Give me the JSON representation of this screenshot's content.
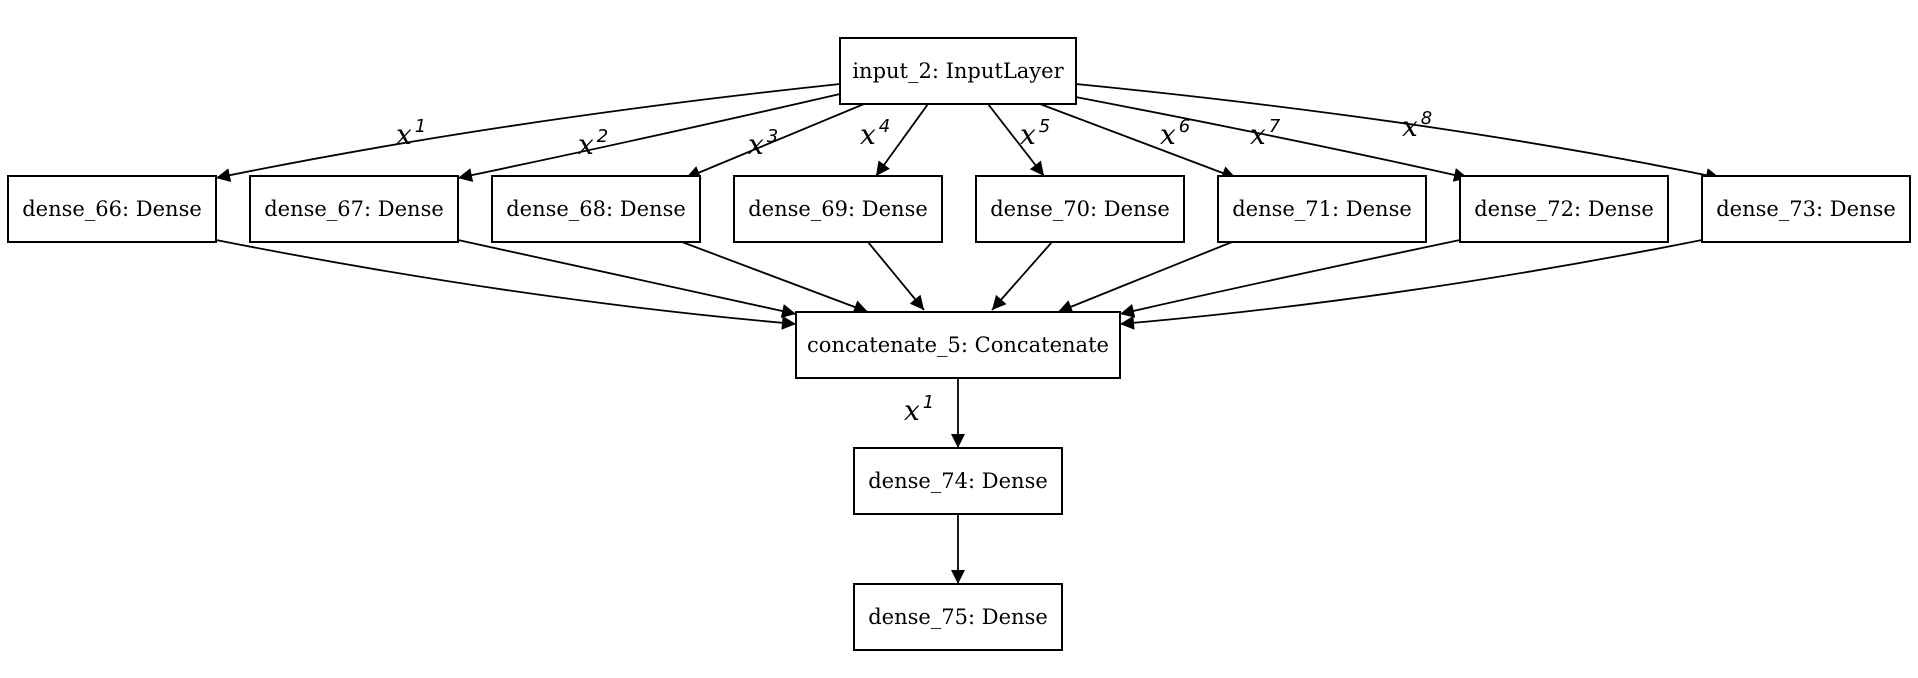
{
  "diagram": {
    "nodes": [
      {
        "id": "input_2",
        "label": "input_2: InputLayer"
      },
      {
        "id": "dense_66",
        "label": "dense_66: Dense"
      },
      {
        "id": "dense_67",
        "label": "dense_67: Dense"
      },
      {
        "id": "dense_68",
        "label": "dense_68: Dense"
      },
      {
        "id": "dense_69",
        "label": "dense_69: Dense"
      },
      {
        "id": "dense_70",
        "label": "dense_70: Dense"
      },
      {
        "id": "dense_71",
        "label": "dense_71: Dense"
      },
      {
        "id": "dense_72",
        "label": "dense_72: Dense"
      },
      {
        "id": "dense_73",
        "label": "dense_73: Dense"
      },
      {
        "id": "concatenate_5",
        "label": "concatenate_5: Concatenate"
      },
      {
        "id": "dense_74",
        "label": "dense_74: Dense"
      },
      {
        "id": "dense_75",
        "label": "dense_75: Dense"
      }
    ],
    "edges": [
      {
        "from": "input_2",
        "to": "dense_66",
        "label": "x",
        "sup": "1"
      },
      {
        "from": "input_2",
        "to": "dense_67",
        "label": "x",
        "sup": "2"
      },
      {
        "from": "input_2",
        "to": "dense_68",
        "label": "x",
        "sup": "3"
      },
      {
        "from": "input_2",
        "to": "dense_69",
        "label": "x",
        "sup": "4"
      },
      {
        "from": "input_2",
        "to": "dense_70",
        "label": "x",
        "sup": "5"
      },
      {
        "from": "input_2",
        "to": "dense_71",
        "label": "x",
        "sup": "6"
      },
      {
        "from": "input_2",
        "to": "dense_72",
        "label": "x",
        "sup": "7"
      },
      {
        "from": "input_2",
        "to": "dense_73",
        "label": "x",
        "sup": "8"
      },
      {
        "from": "dense_66",
        "to": "concatenate_5"
      },
      {
        "from": "dense_67",
        "to": "concatenate_5"
      },
      {
        "from": "dense_68",
        "to": "concatenate_5"
      },
      {
        "from": "dense_69",
        "to": "concatenate_5"
      },
      {
        "from": "dense_70",
        "to": "concatenate_5"
      },
      {
        "from": "dense_71",
        "to": "concatenate_5"
      },
      {
        "from": "dense_72",
        "to": "concatenate_5"
      },
      {
        "from": "dense_73",
        "to": "concatenate_5"
      },
      {
        "from": "concatenate_5",
        "to": "dense_74",
        "label": "x",
        "sup": "1"
      },
      {
        "from": "dense_74",
        "to": "dense_75"
      }
    ]
  }
}
